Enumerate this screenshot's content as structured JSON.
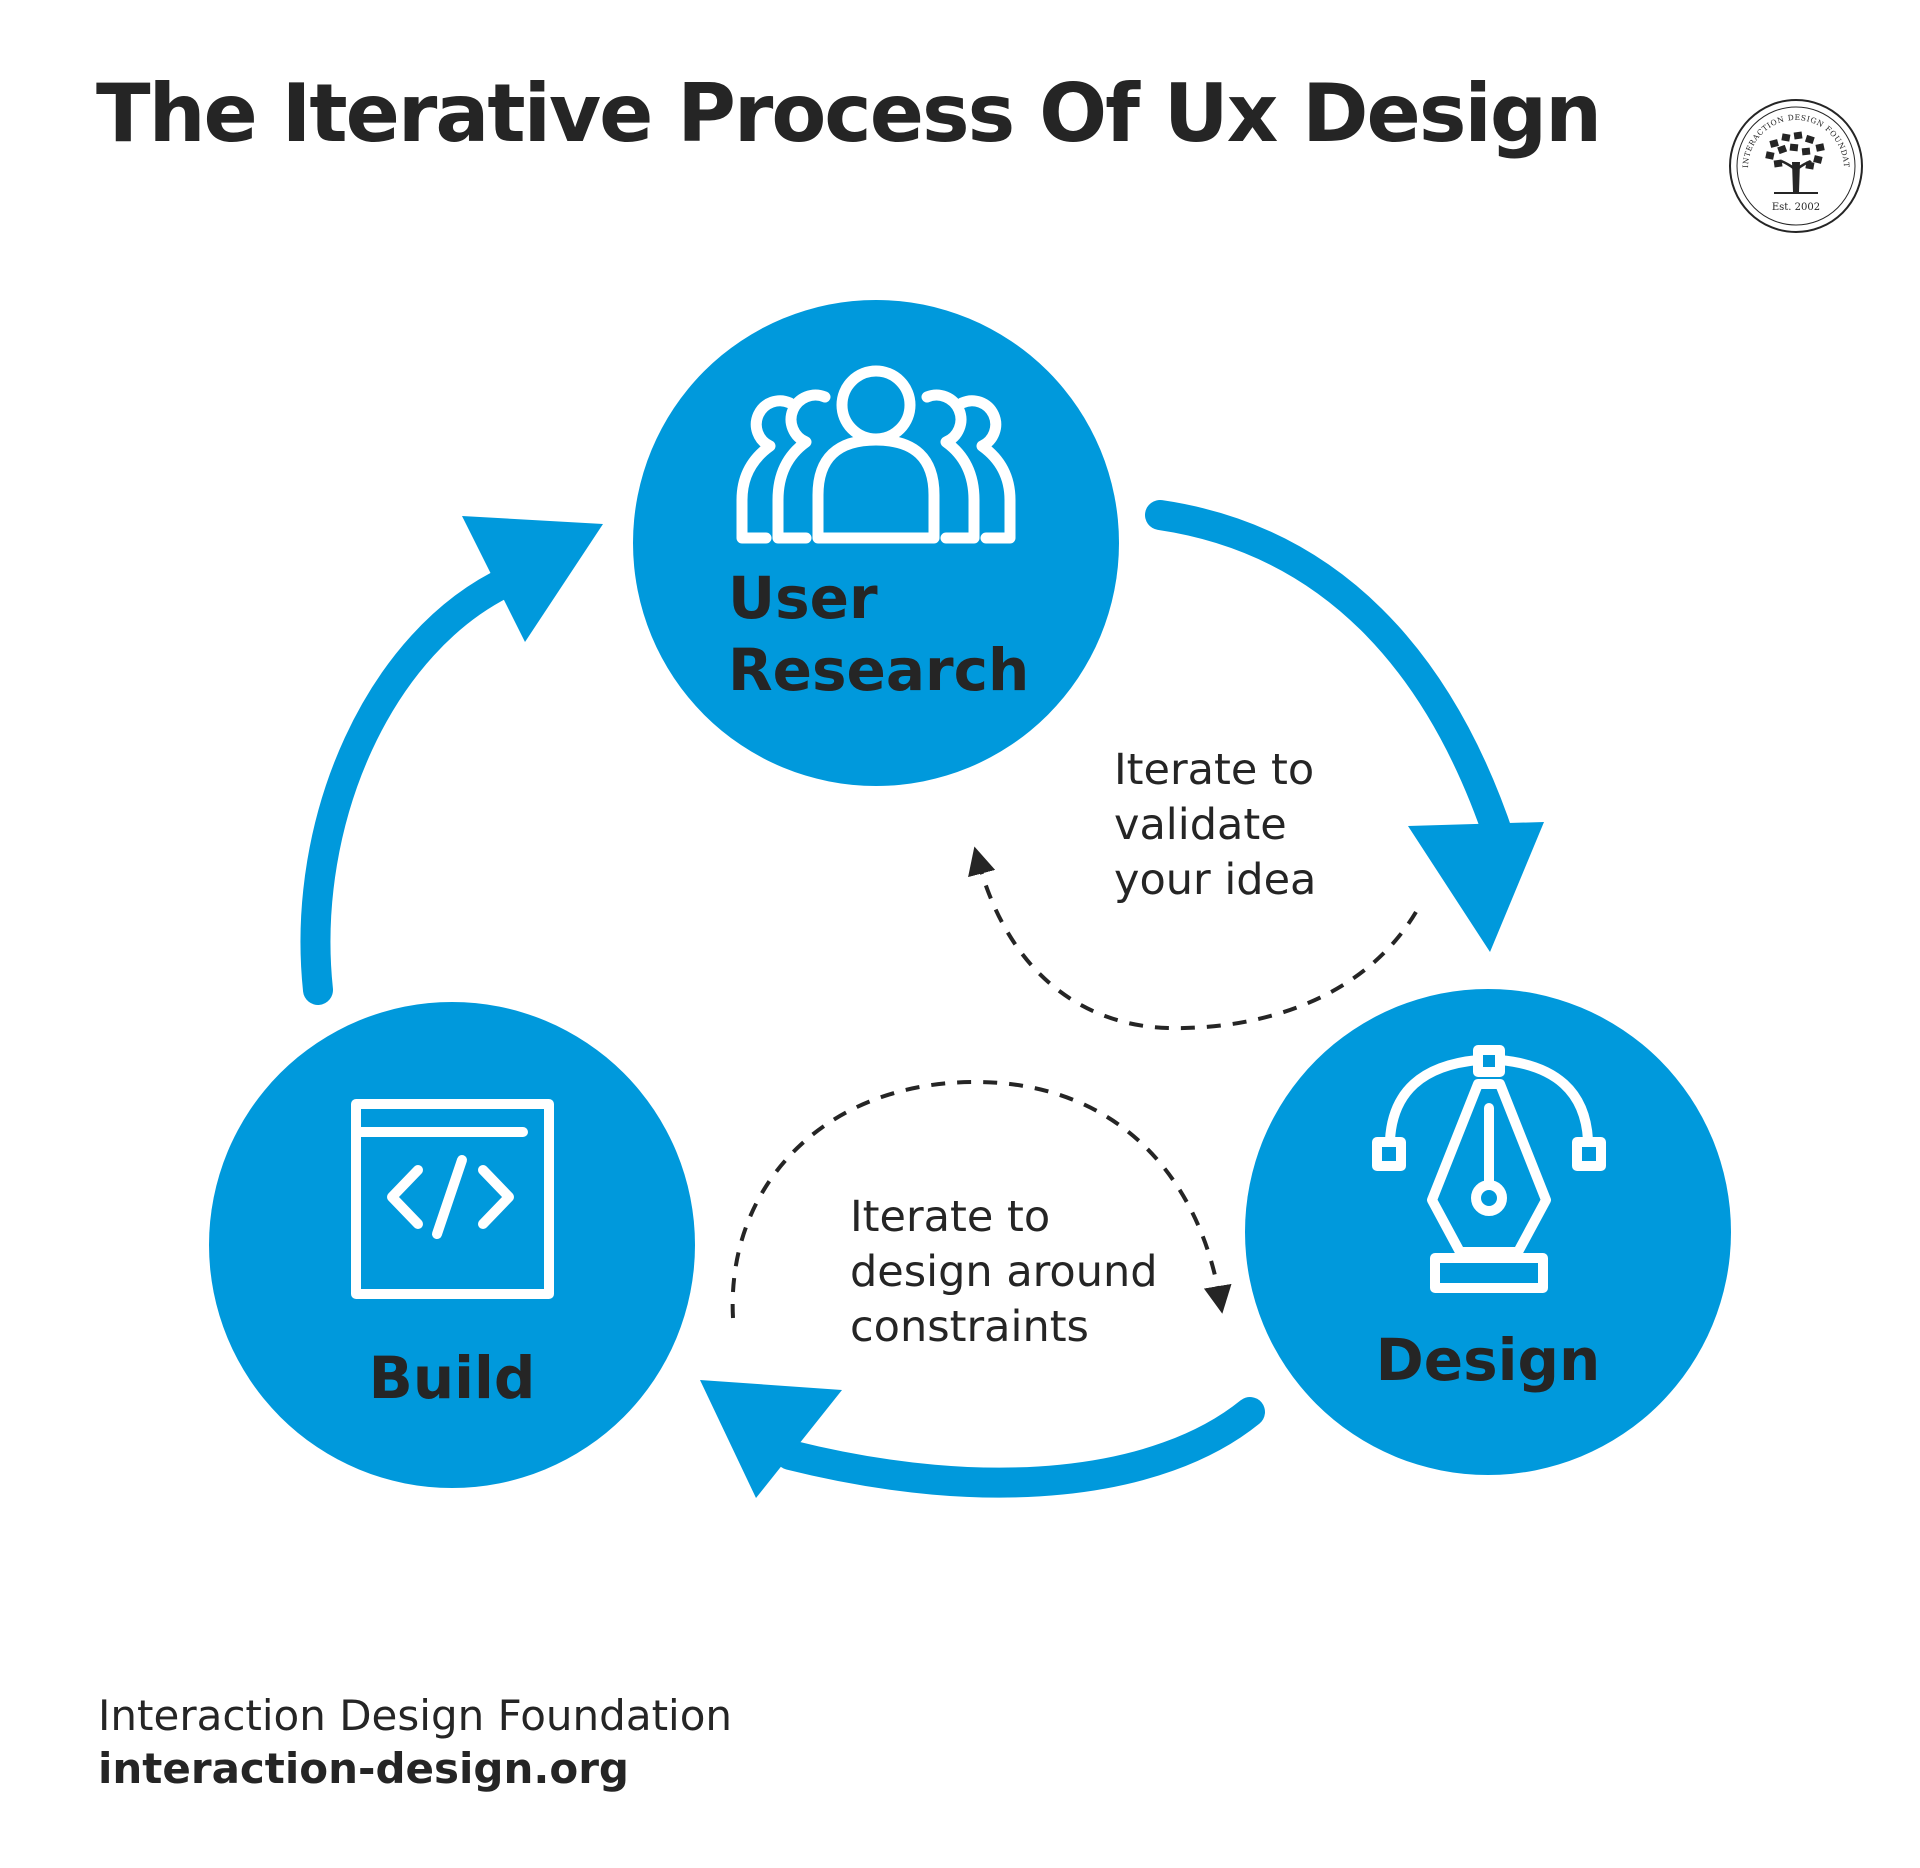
{
  "title": "The Iterative Process Of Ux Design",
  "colors": {
    "accent": "#0099dc",
    "text": "#252525",
    "icon_stroke": "#ffffff",
    "background": "#ffffff"
  },
  "stages": [
    {
      "label_line1": "User",
      "label_line2": "Research",
      "icon": "user-group-icon"
    },
    {
      "label": "Design",
      "icon": "pen-nib-bezier-icon"
    },
    {
      "label": "Build",
      "icon": "code-window-icon"
    }
  ],
  "loops": [
    {
      "line1": "Iterate to",
      "line2": "validate",
      "line3": "your idea"
    },
    {
      "line1": "Iterate to",
      "line2": "design around",
      "line3": "constraints"
    }
  ],
  "footer": {
    "organization": "Interaction Design Foundation",
    "url": "interaction-design.org"
  },
  "logo": {
    "icon": "tree-seal-icon",
    "ring_text": "INTERACTION DESIGN FOUNDATION",
    "established": "Est. 2002"
  }
}
